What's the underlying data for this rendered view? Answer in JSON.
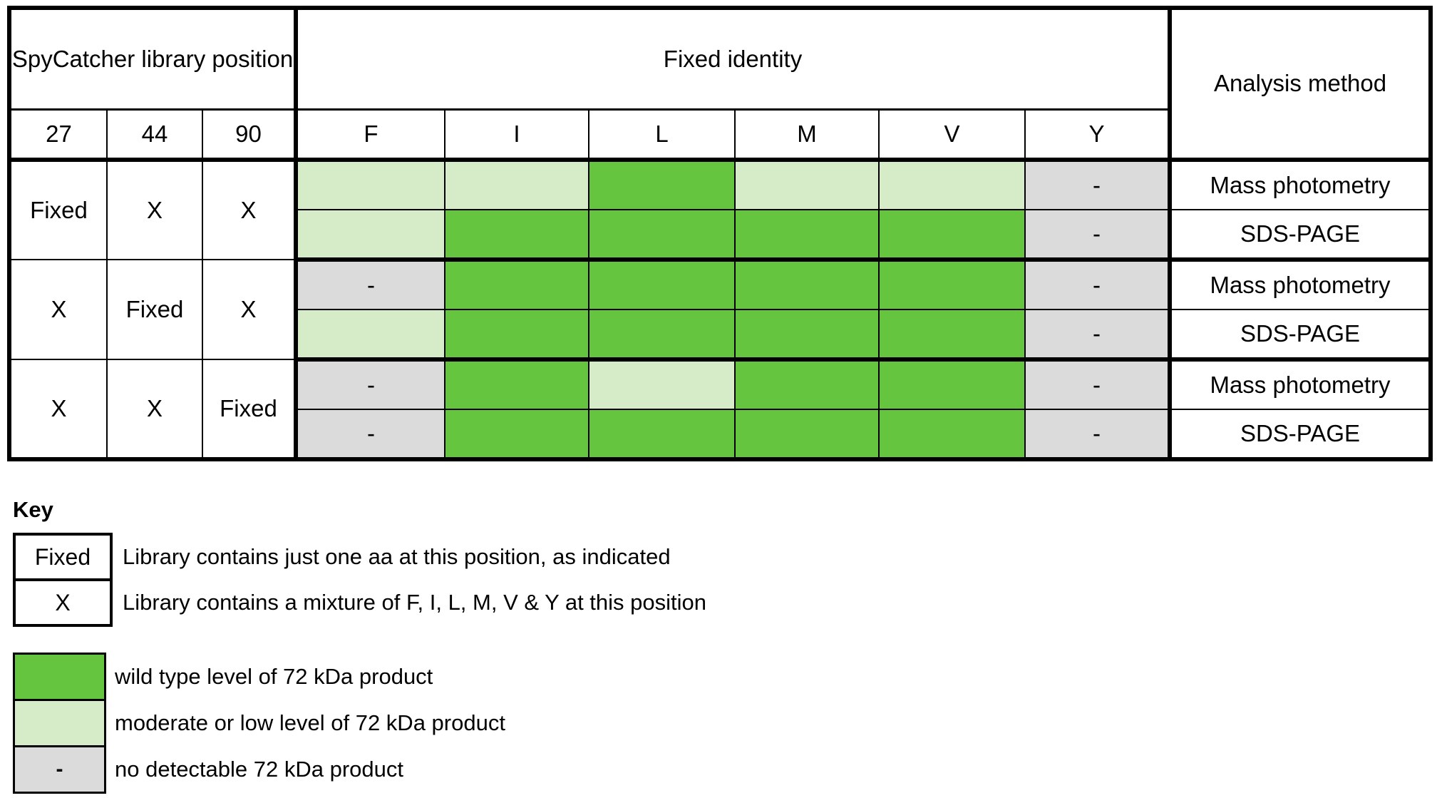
{
  "colors": {
    "wild": "#66C53E",
    "moderate": "#D6EBC8",
    "none": "#DBDBDB",
    "border": "#000000"
  },
  "table": {
    "header": {
      "library_position_label": "SpyCatcher library position",
      "fixed_identity_label": "Fixed identity",
      "analysis_method_label": "Analysis method",
      "position_columns": [
        "27",
        "44",
        "90"
      ],
      "identity_columns": [
        "F",
        "I",
        "L",
        "M",
        "V",
        "Y"
      ]
    },
    "none_symbol": "-",
    "groups": [
      {
        "positions": [
          "Fixed",
          "X",
          "X"
        ],
        "rows": [
          {
            "method": "Mass photometry",
            "cells": [
              "moderate",
              "moderate",
              "wild",
              "moderate",
              "moderate",
              "none"
            ]
          },
          {
            "method": "SDS-PAGE",
            "cells": [
              "moderate",
              "wild",
              "wild",
              "wild",
              "wild",
              "none"
            ]
          }
        ]
      },
      {
        "positions": [
          "X",
          "Fixed",
          "X"
        ],
        "rows": [
          {
            "method": "Mass photometry",
            "cells": [
              "none",
              "wild",
              "wild",
              "wild",
              "wild",
              "none"
            ]
          },
          {
            "method": "SDS-PAGE",
            "cells": [
              "moderate",
              "wild",
              "wild",
              "wild",
              "wild",
              "none"
            ]
          }
        ]
      },
      {
        "positions": [
          "X",
          "X",
          "Fixed"
        ],
        "rows": [
          {
            "method": "Mass photometry",
            "cells": [
              "none",
              "wild",
              "moderate",
              "wild",
              "wild",
              "none"
            ]
          },
          {
            "method": "SDS-PAGE",
            "cells": [
              "none",
              "wild",
              "wild",
              "wild",
              "wild",
              "none"
            ]
          }
        ]
      }
    ]
  },
  "key": {
    "title": "Key",
    "items": [
      {
        "symbol": "Fixed",
        "description": "Library contains just one aa at this position, as indicated"
      },
      {
        "symbol": "X",
        "description": "Library contains a mixture of F, I, L, M, V & Y at this position"
      }
    ]
  },
  "legend": {
    "items": [
      {
        "level": "wild",
        "label": "wild type level of 72 kDa product"
      },
      {
        "level": "moderate",
        "label": "moderate or low level of 72 kDa product"
      },
      {
        "level": "none",
        "symbol": "-",
        "label": "no detectable 72 kDa product"
      }
    ]
  },
  "chart_data": {
    "type": "heatmap",
    "title": "SpyCatcher library position vs Fixed identity",
    "columns": [
      "F",
      "I",
      "L",
      "M",
      "V",
      "Y"
    ],
    "row_headers": [
      "27",
      "44",
      "90",
      "Analysis method"
    ],
    "rows": [
      {
        "library_27": "Fixed",
        "library_44": "X",
        "library_90": "X",
        "method": "Mass photometry",
        "values": [
          "moderate",
          "moderate",
          "wild",
          "moderate",
          "moderate",
          "none"
        ]
      },
      {
        "library_27": "Fixed",
        "library_44": "X",
        "library_90": "X",
        "method": "SDS-PAGE",
        "values": [
          "moderate",
          "wild",
          "wild",
          "wild",
          "wild",
          "none"
        ]
      },
      {
        "library_27": "X",
        "library_44": "Fixed",
        "library_90": "X",
        "method": "Mass photometry",
        "values": [
          "none",
          "wild",
          "wild",
          "wild",
          "wild",
          "none"
        ]
      },
      {
        "library_27": "X",
        "library_44": "Fixed",
        "library_90": "X",
        "method": "SDS-PAGE",
        "values": [
          "moderate",
          "wild",
          "wild",
          "wild",
          "wild",
          "none"
        ]
      },
      {
        "library_27": "X",
        "library_44": "X",
        "library_90": "Fixed",
        "method": "Mass photometry",
        "values": [
          "none",
          "wild",
          "moderate",
          "wild",
          "wild",
          "none"
        ]
      },
      {
        "library_27": "X",
        "library_44": "X",
        "library_90": "Fixed",
        "method": "SDS-PAGE",
        "values": [
          "none",
          "wild",
          "wild",
          "wild",
          "wild",
          "none"
        ]
      }
    ],
    "value_legend": {
      "wild": "wild type level of 72 kDa product",
      "moderate": "moderate or low level of 72 kDa product",
      "none": "no detectable 72 kDa product"
    }
  }
}
